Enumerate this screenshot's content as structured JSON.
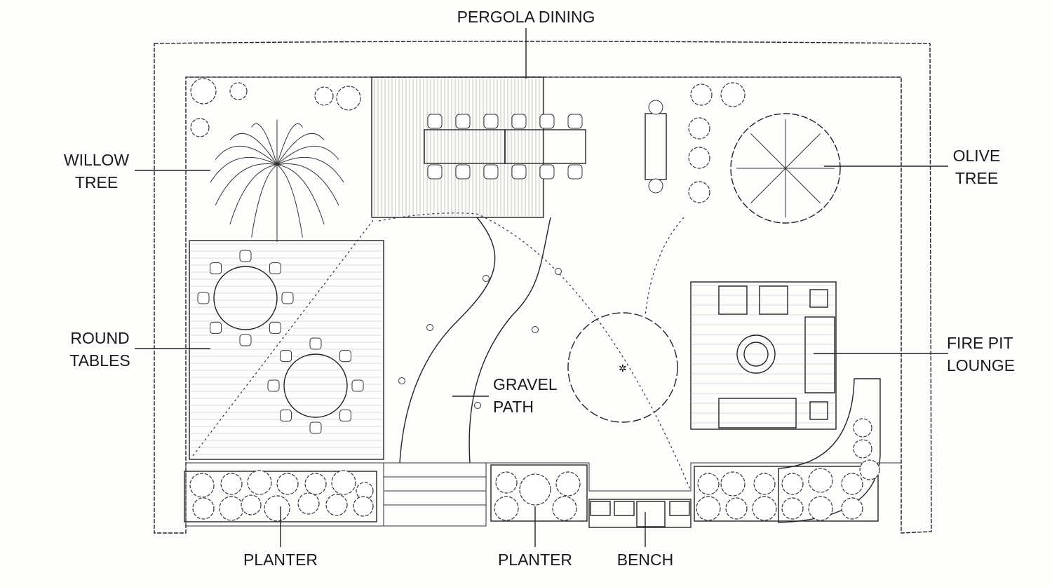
{
  "plan": {
    "labels": {
      "pergola": "PERGOLA DINING",
      "willow_1": "WILLOW",
      "willow_2": "TREE",
      "olive_1": "OLIVE",
      "olive_2": "TREE",
      "round_1": "ROUND",
      "round_2": "TABLES",
      "firepit_1": "FIRE PIT",
      "firepit_2": "LOUNGE",
      "gravel_1": "GRAVEL",
      "gravel_2": "PATH",
      "planter_left": "PLANTER",
      "planter_mid": "PLANTER",
      "bench": "BENCH"
    }
  }
}
